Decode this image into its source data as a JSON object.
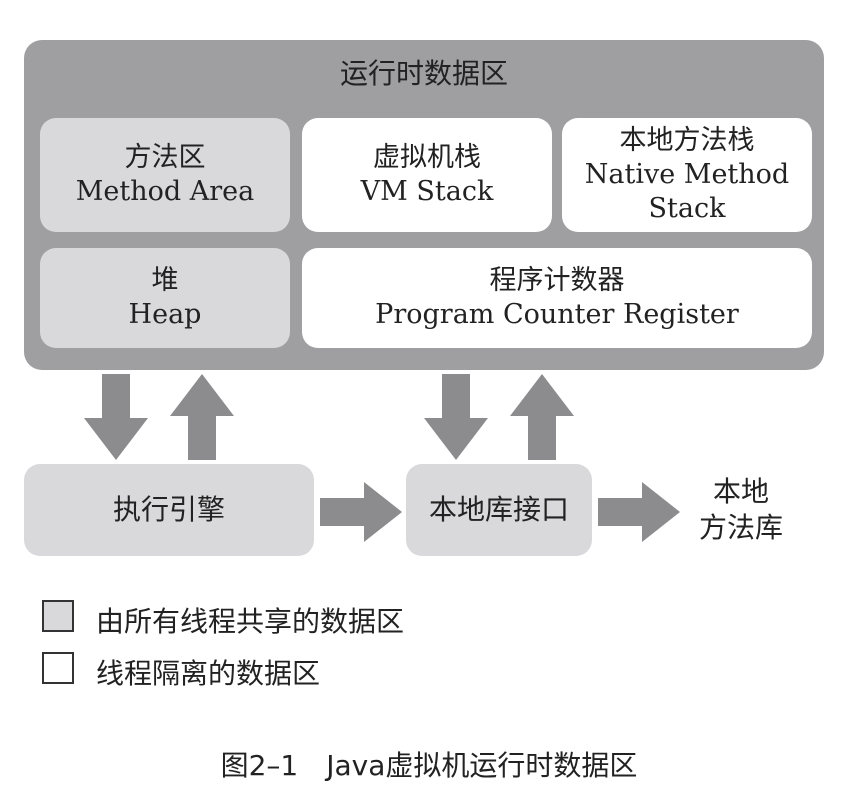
{
  "runtime_area": {
    "title": "运行时数据区"
  },
  "areas": {
    "method_area": {
      "zh": "方法区",
      "en": "Method Area"
    },
    "vm_stack": {
      "zh": "虚拟机栈",
      "en": "VM Stack"
    },
    "native_stack": {
      "zh": "本地方法栈",
      "en1": "Native Method",
      "en2": "Stack"
    },
    "heap": {
      "zh": "堆",
      "en": "Heap"
    },
    "pc_register": {
      "zh": "程序计数器",
      "en": "Program Counter Register"
    }
  },
  "execution_engine": {
    "label": "执行引擎"
  },
  "native_interface": {
    "label": "本地库接口"
  },
  "native_library": {
    "line1": "本地",
    "line2": "方法库"
  },
  "legend": {
    "shared": "由所有线程共享的数据区",
    "private": "线程隔离的数据区"
  },
  "caption": "图2–1　Java虚拟机运行时数据区",
  "colors": {
    "runtime_bg": "#9f9fa1",
    "shared_fill": "#d9d9db",
    "private_fill": "#ffffff",
    "arrow_fill": "#8c8c8e"
  }
}
